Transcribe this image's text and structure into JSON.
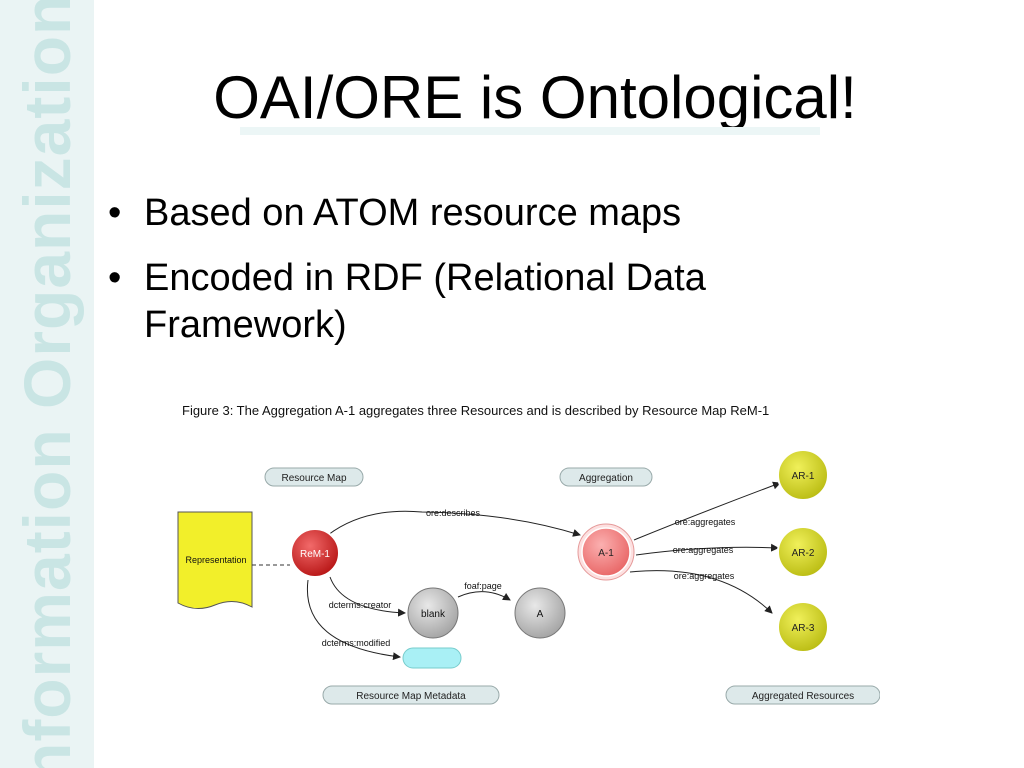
{
  "sidebar": {
    "text": "Information Organization"
  },
  "slide": {
    "title": "OAI/ORE is Ontological!",
    "bullet_glyph": "•",
    "bullets": [
      "Based on ATOM resource maps",
      "Encoded in RDF (Relational Data Framework)"
    ]
  },
  "figure": {
    "caption": "Figure 3: The Aggregation A-1 aggregates three Resources and is described by Resource Map ReM-1",
    "section_labels": {
      "resource_map": "Resource Map",
      "aggregation": "Aggregation",
      "resource_map_metadata": "Resource Map Metadata",
      "aggregated_resources": "Aggregated Resources"
    },
    "nodes": {
      "representation": "Representation",
      "rem": "ReM-1",
      "aggregation": "A-1",
      "blank": "blank",
      "a": "A",
      "ar1": "AR-1",
      "ar2": "AR-2",
      "ar3": "AR-3"
    },
    "edges": {
      "describes": "ore:describes",
      "aggregates_1": "ore:aggregates",
      "aggregates_2": "ore:aggregates",
      "aggregates_3": "ore:aggregates",
      "creator": "dcterms:creator",
      "modified": "dcterms:modified",
      "foaf_page": "foaf:page"
    },
    "colors": {
      "rem": "#d62828",
      "aggregation": "#f08080",
      "aggregated_resource": "#d6d81e",
      "blank_node": "#b5b5b5",
      "representation": "#f2ef2a",
      "literal": "#a9f0f5",
      "pill": "#dde9ea"
    }
  }
}
